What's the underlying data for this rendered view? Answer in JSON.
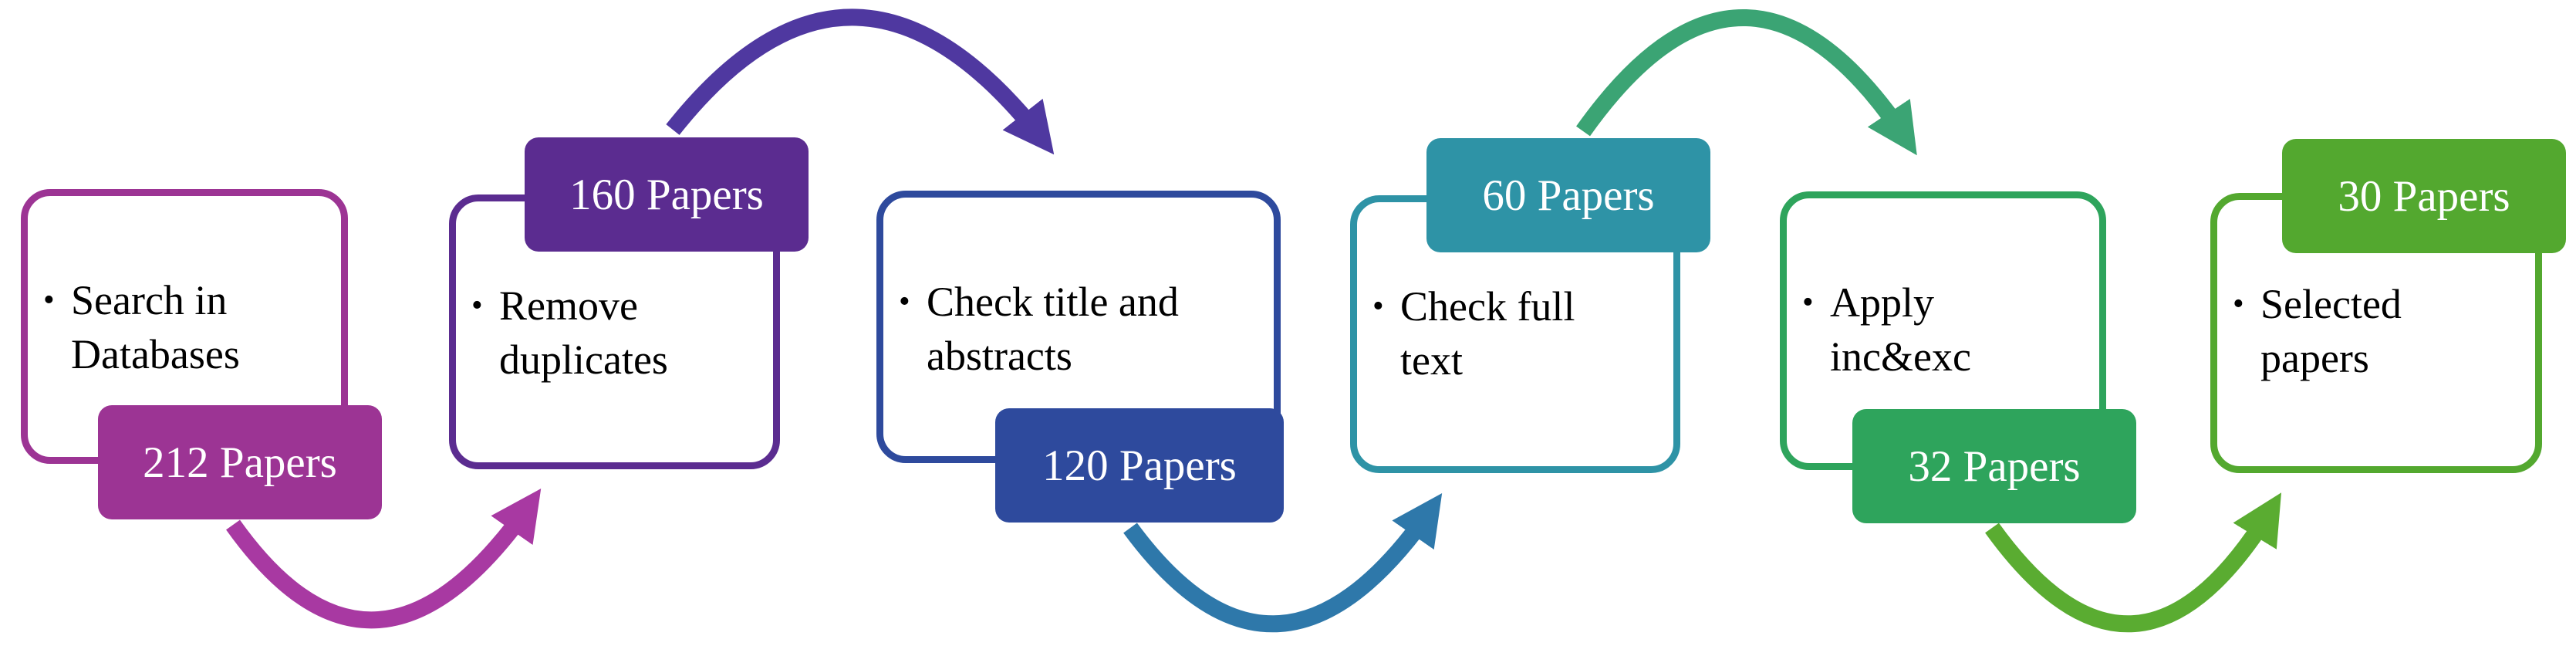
{
  "bullet_char": "•",
  "steps": [
    {
      "label": "Search in Databases",
      "label_lines": [
        "Search in",
        "Databases"
      ],
      "count_label": "212 Papers",
      "color": "#9C3494",
      "badge_position": "bottom"
    },
    {
      "label": "Remove duplicates",
      "label_lines": [
        "Remove",
        "duplicates"
      ],
      "count_label": "160 Papers",
      "color": "#5B2C90",
      "badge_position": "top"
    },
    {
      "label": "Check title and abstracts",
      "label_lines": [
        "Check title and",
        "abstracts"
      ],
      "count_label": "120 Papers",
      "color": "#2E4A9D",
      "badge_position": "bottom"
    },
    {
      "label": "Check full text",
      "label_lines": [
        "Check full",
        "text"
      ],
      "count_label": "60 Papers",
      "color": "#2E93A6",
      "badge_position": "top"
    },
    {
      "label": "Apply inc&exc",
      "label_lines": [
        "Apply",
        "inc&exc"
      ],
      "count_label": "32 Papers",
      "color": "#2EA45C",
      "badge_position": "bottom"
    },
    {
      "label": "Selected papers",
      "label_lines": [
        "Selected",
        "papers"
      ],
      "count_label": "30 Papers",
      "color": "#53A82F",
      "badge_position": "top"
    }
  ],
  "arrows": [
    {
      "from": "Search in Databases",
      "to": "Remove duplicates",
      "curve": "below",
      "color": "#A839A2"
    },
    {
      "from": "Remove duplicates",
      "to": "Check title and abstracts",
      "curve": "above",
      "color": "#4F38A0"
    },
    {
      "from": "Check title and abstracts",
      "to": "Check full text",
      "curve": "below",
      "color": "#2E78AA"
    },
    {
      "from": "Check full text",
      "to": "Apply inc&exc",
      "curve": "above",
      "color": "#3BA474"
    },
    {
      "from": "Apply inc&exc",
      "to": "Selected papers",
      "curve": "below",
      "color": "#5AAC31"
    }
  ]
}
